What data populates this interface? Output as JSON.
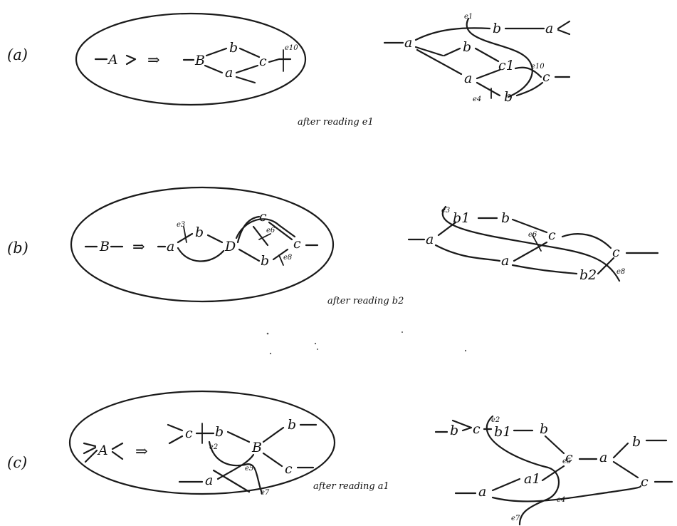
{
  "rows": [
    {
      "label": "(a)",
      "rule": {
        "lhs": "A",
        "rhs_nodes": [
          "B",
          "b",
          "c",
          "a"
        ],
        "edge_label": "e10"
      },
      "caption": "after reading e1",
      "state": {
        "nodes": [
          "a",
          "b",
          "a",
          "b",
          "c1",
          "a",
          "c",
          "b"
        ],
        "edges": [
          "e1",
          "e10",
          "e4"
        ]
      }
    },
    {
      "label": "(b)",
      "rule": {
        "lhs": "B",
        "rhs_nodes": [
          "a",
          "b",
          "D",
          "c",
          "b",
          "c"
        ],
        "edge_labels": [
          "e3",
          "e6",
          "e8"
        ]
      },
      "caption": "after reading b2",
      "state": {
        "nodes": [
          "b1",
          "b",
          "a",
          "c",
          "a",
          "c",
          "b2"
        ],
        "edges": [
          "e3",
          "e6",
          "e8"
        ]
      }
    },
    {
      "label": "(c)",
      "rule": {
        "lhs": "A",
        "rhs_nodes": [
          "c",
          "b",
          "B",
          "b",
          "c",
          "a"
        ],
        "edge_labels": [
          "e2",
          "e5",
          "e7"
        ]
      },
      "caption": "after reading a1",
      "state": {
        "nodes": [
          "b",
          "c",
          "b1",
          "b",
          "c",
          "a",
          "b",
          "a",
          "a1",
          "c"
        ],
        "edges": [
          "e2",
          "e5",
          "e4",
          "e7"
        ]
      }
    }
  ],
  "arrow_glyph": "⇒"
}
